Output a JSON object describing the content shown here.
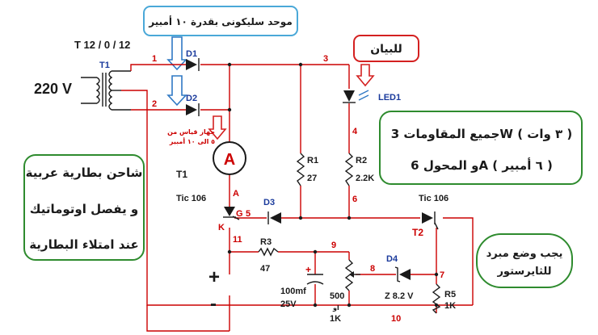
{
  "callouts": {
    "rectifier": "موحد سليكونى بقدرة ١٠ أمبير",
    "indicator": "للبيان",
    "charger": [
      "شاحن بطارية عربية",
      "و يفصل اوتوماتيك",
      "عند امتلاء البطارية"
    ],
    "resistors": [
      "جميع المقاومات 3W ( ٣ وات )",
      "و المحول 6A ( ٦ أمبير )"
    ],
    "cooler": [
      "يجب وضع مبرد",
      "للثايرستور"
    ]
  },
  "meter_note": [
    "جهاز قياس من",
    "٥ الى ١٠ أمبير"
  ],
  "mains": "220 V",
  "transformer": {
    "name": "T1",
    "rating": "T 12 / 0 / 12"
  },
  "diodes": {
    "d1": "D1",
    "d2": "D2",
    "d3": "D3"
  },
  "ammeter": "A",
  "thyristor1": {
    "name": "T1",
    "part": "Tic 106",
    "anode": "A",
    "gate": "G",
    "cathode": "K"
  },
  "thyristor2": {
    "name": "T2",
    "part": "Tic 106"
  },
  "led": "LED1",
  "r1": {
    "name": "R1",
    "value": "27"
  },
  "r2": {
    "name": "R2",
    "value": "2.2K"
  },
  "r3": {
    "name": "R3",
    "value": "47"
  },
  "r5": {
    "name": "R5",
    "value": "1K"
  },
  "capacitor": {
    "value": "100mf",
    "voltage": "25V",
    "polarity": "+"
  },
  "pot": {
    "value": "500",
    "or": "او",
    "alt": "1K"
  },
  "zener": {
    "name": "D4",
    "value": "Z  8.2 V"
  },
  "battery": {
    "plus": "+",
    "minus": "-"
  },
  "nodes": [
    "1",
    "2",
    "3",
    "4",
    "5",
    "6",
    "7",
    "8",
    "9",
    "10",
    "11"
  ],
  "colors": {
    "wire": "#cc0000",
    "callout_blue": "#4aa8d8",
    "callout_red": "#d42020",
    "callout_green": "#2e8b2e",
    "arrow": "#2f78c4"
  }
}
